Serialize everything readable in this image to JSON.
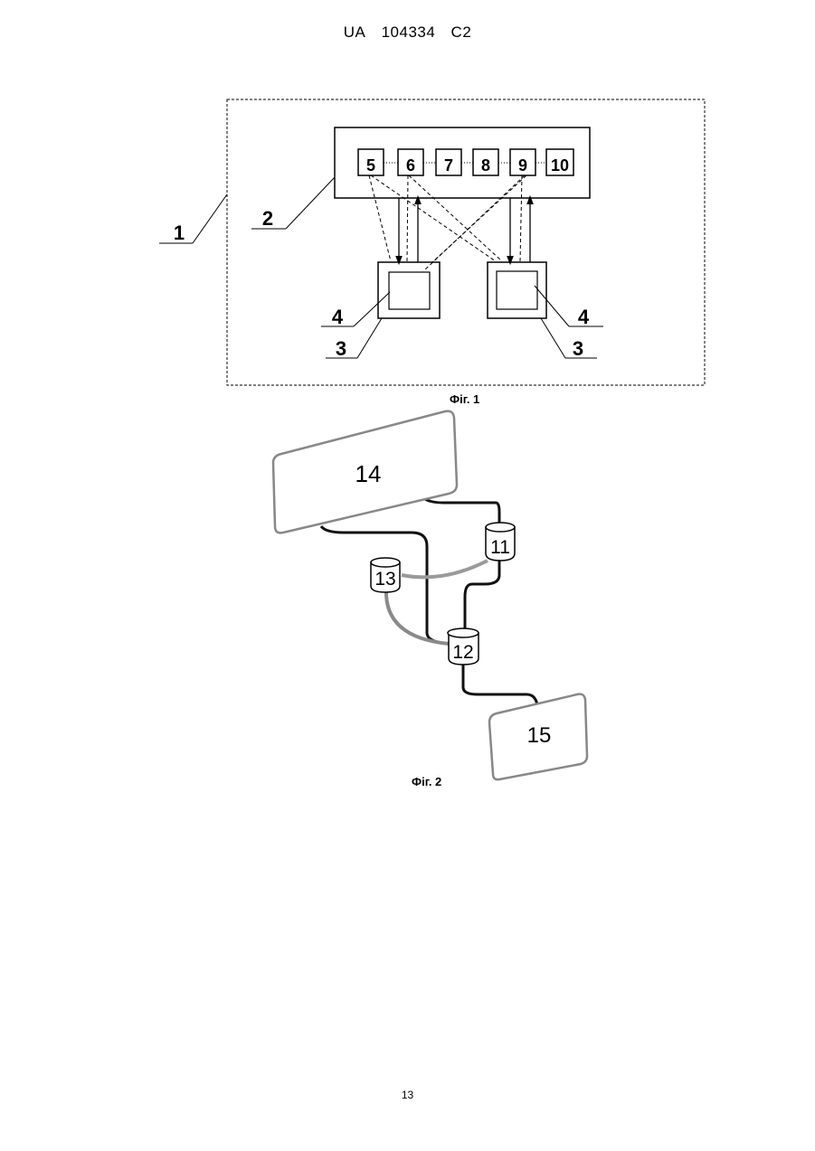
{
  "header": {
    "country": "UA",
    "number": "104334",
    "kind": "C2"
  },
  "figure1": {
    "caption": "Фіг. 1",
    "callouts": {
      "system": "1",
      "server": "2",
      "device_left": "3",
      "device_right": "3",
      "screen_left": "4",
      "screen_right": "4"
    },
    "modules": [
      "5",
      "6",
      "7",
      "8",
      "9",
      "10"
    ]
  },
  "figure2": {
    "caption": "Фіг. 2",
    "panels": {
      "top": "14",
      "bottom": "15"
    },
    "nodes": {
      "right": "11",
      "center": "12",
      "left": "13"
    }
  },
  "page_number": "13"
}
